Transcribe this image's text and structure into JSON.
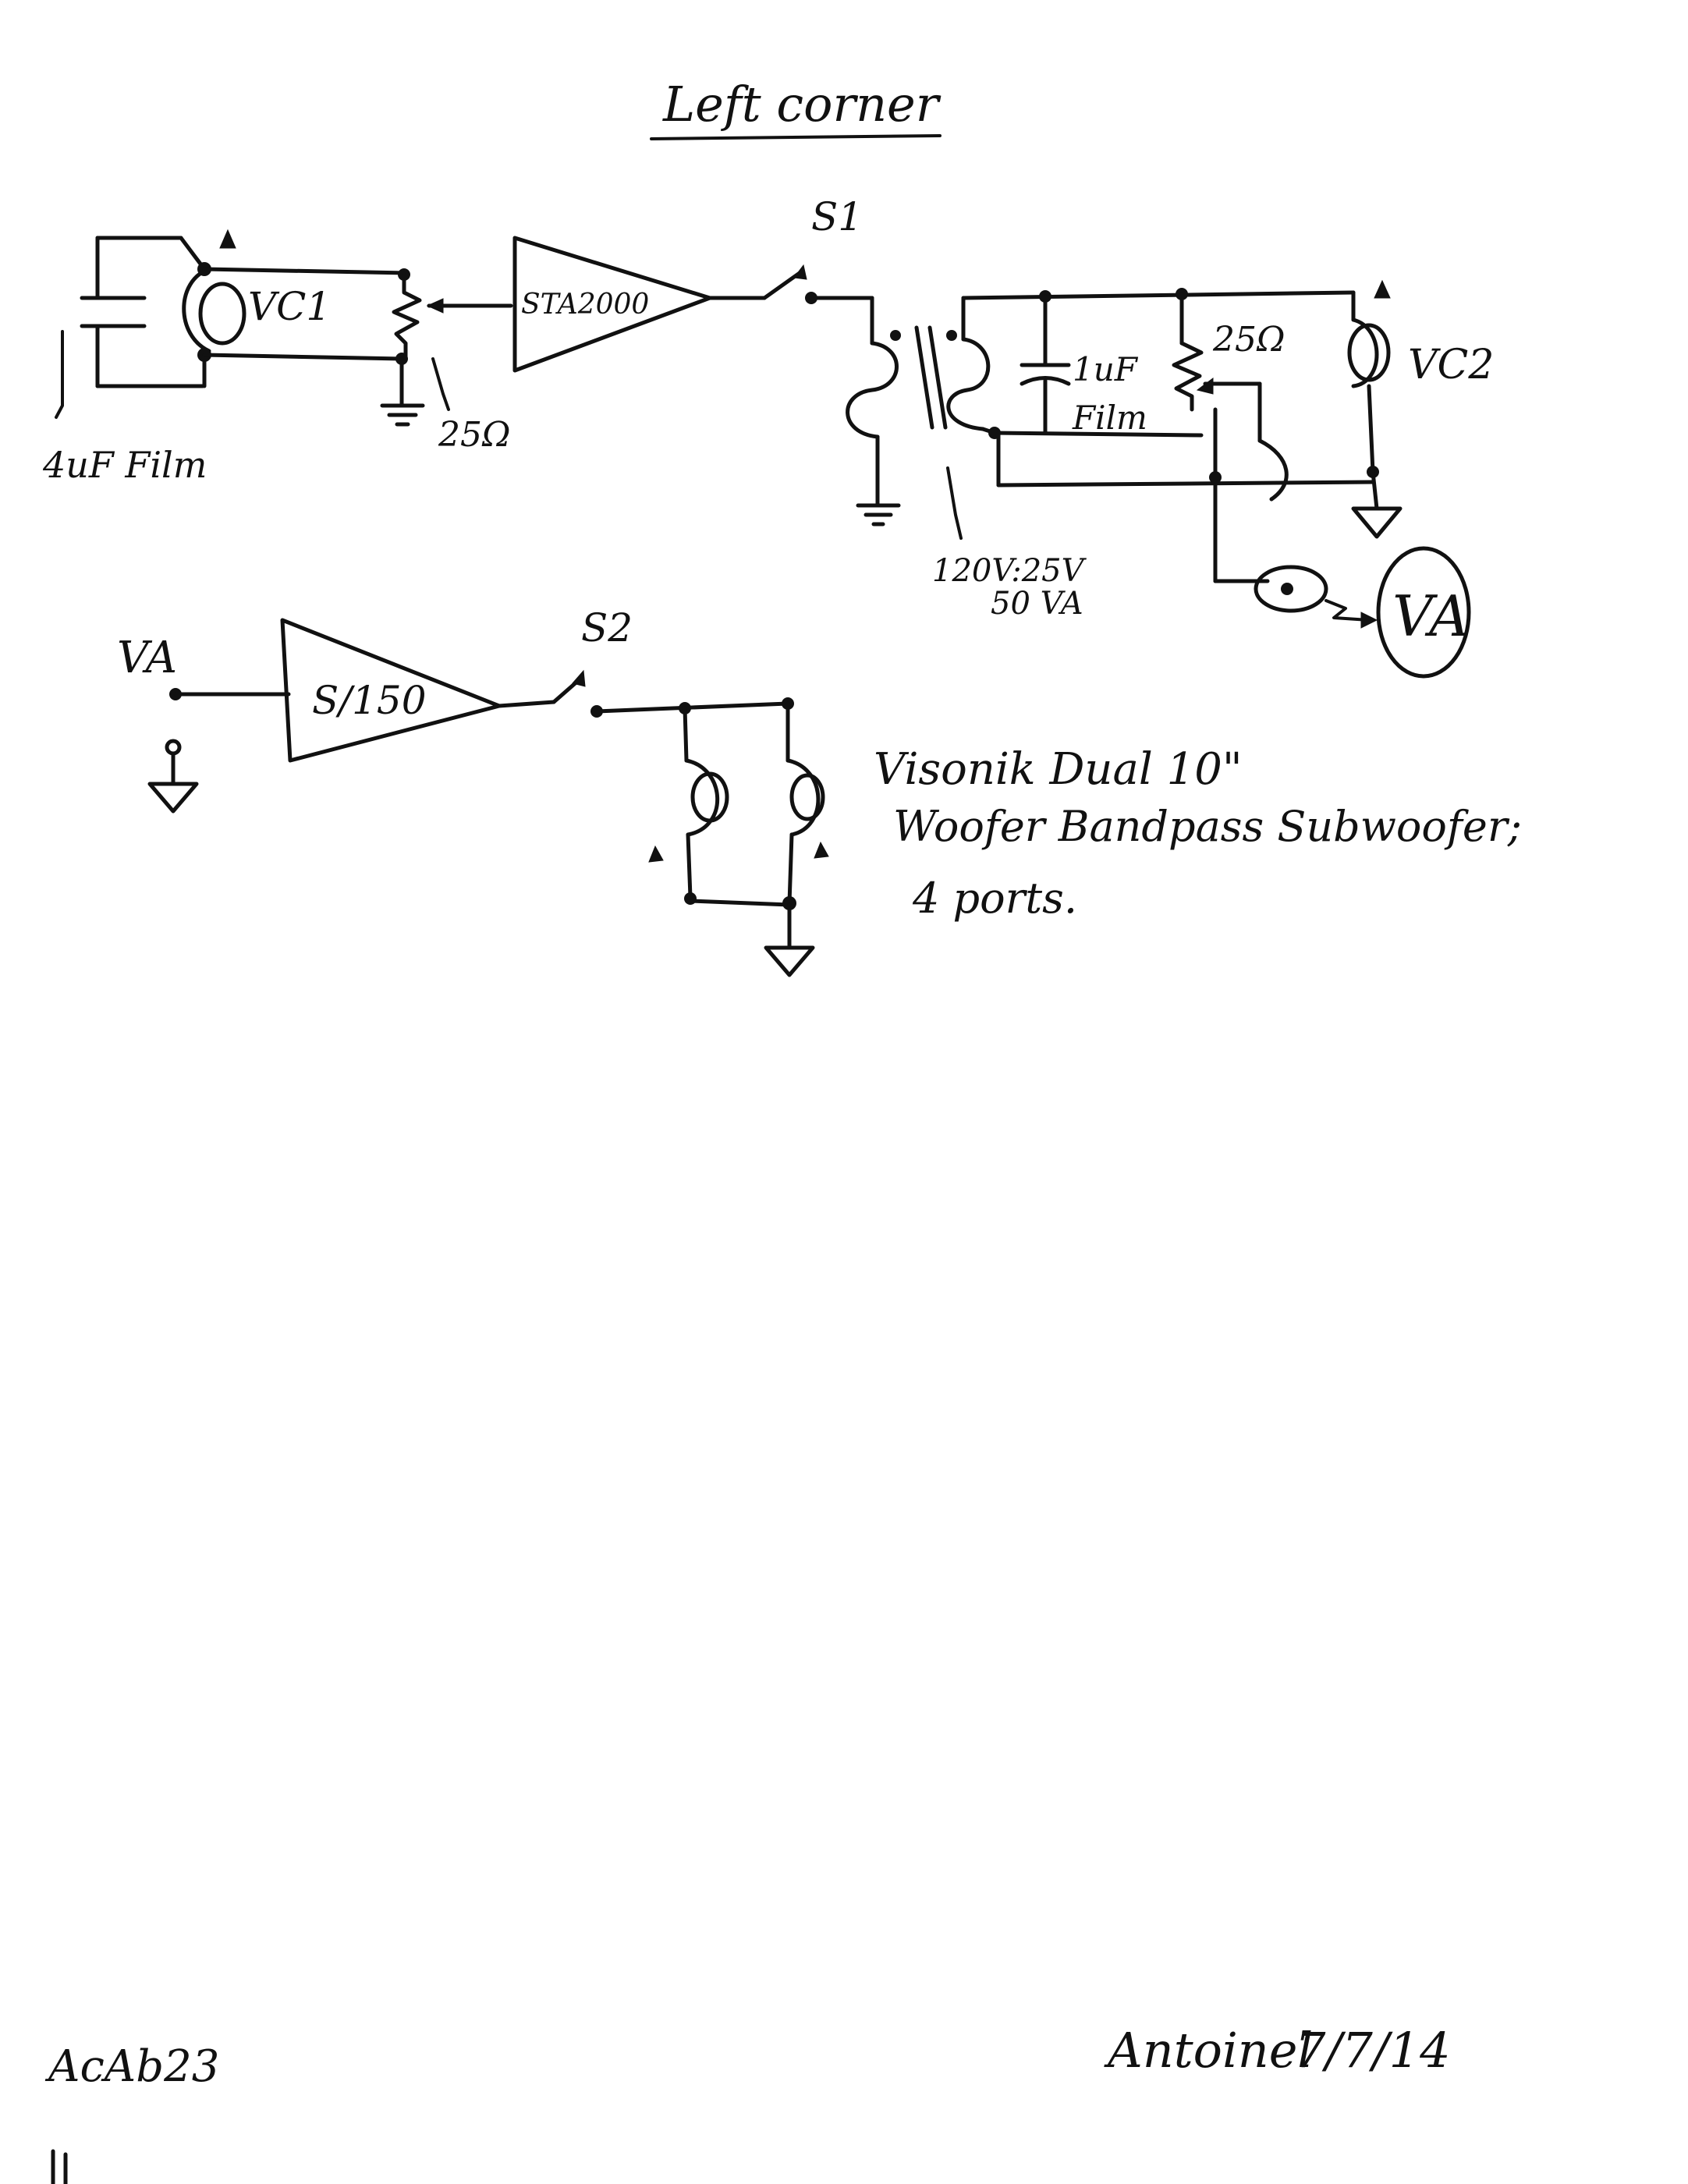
{
  "page": {
    "title": "Left corner",
    "doc_id": "AcAb23",
    "signature": "Antoinel",
    "date": "7/7/14"
  },
  "circuit1": {
    "vc1": "VC1",
    "cap": "4uF Film",
    "pot": "25Ω",
    "amp": "STA2000",
    "switch": "S1",
    "xfmr_rating_1": "120V:25V",
    "xfmr_rating_2": "50 VA",
    "cap2_value": "1uF",
    "cap2_type": "Film",
    "pot2": "25Ω",
    "vc2": "VC2",
    "meter": "VA"
  },
  "circuit2": {
    "input": "VA",
    "amp": "S/150",
    "switch": "S2"
  },
  "note": {
    "line1": "Visonik  Dual 10\"",
    "line2": "Woofer Bandpass Subwoofer;",
    "line3": "4 ports."
  },
  "colors": {
    "ink": "#111111",
    "paper": "#ffffff"
  }
}
